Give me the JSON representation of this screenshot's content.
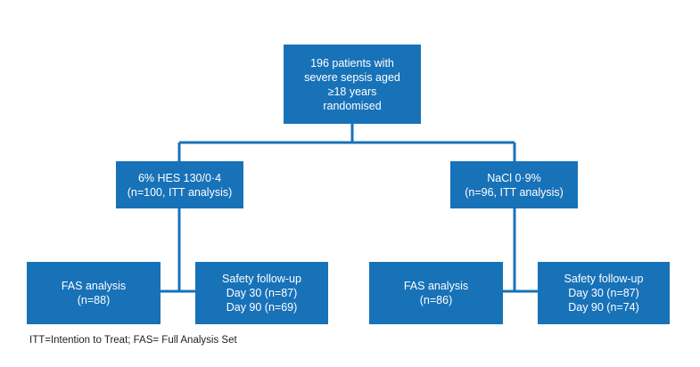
{
  "colors": {
    "box": "#1872b8",
    "connector": "#1872b8",
    "box_text": "#ffffff",
    "footnote_text": "#222222"
  },
  "nodes": {
    "root": {
      "lines": [
        "196 patients with",
        "severe sepsis aged",
        "≥18 years",
        "randomised"
      ]
    },
    "hes": {
      "lines": [
        "6% HES 130/0·4",
        "(n=100, ITT analysis)"
      ]
    },
    "nacl": {
      "lines": [
        "NaCl 0·9%",
        "(n=96, ITT analysis)"
      ]
    },
    "fas_left": {
      "lines": [
        "FAS analysis",
        "(n=88)"
      ]
    },
    "safety_left": {
      "lines": [
        "Safety follow-up",
        "Day 30 (n=87)",
        "Day 90 (n=69)"
      ]
    },
    "fas_right": {
      "lines": [
        "FAS analysis",
        "(n=86)"
      ]
    },
    "safety_right": {
      "lines": [
        "Safety follow-up",
        "Day 30 (n=87)",
        "Day 90 (n=74)"
      ]
    }
  },
  "footnote": "ITT=Intention to Treat; FAS= Full Analysis Set"
}
